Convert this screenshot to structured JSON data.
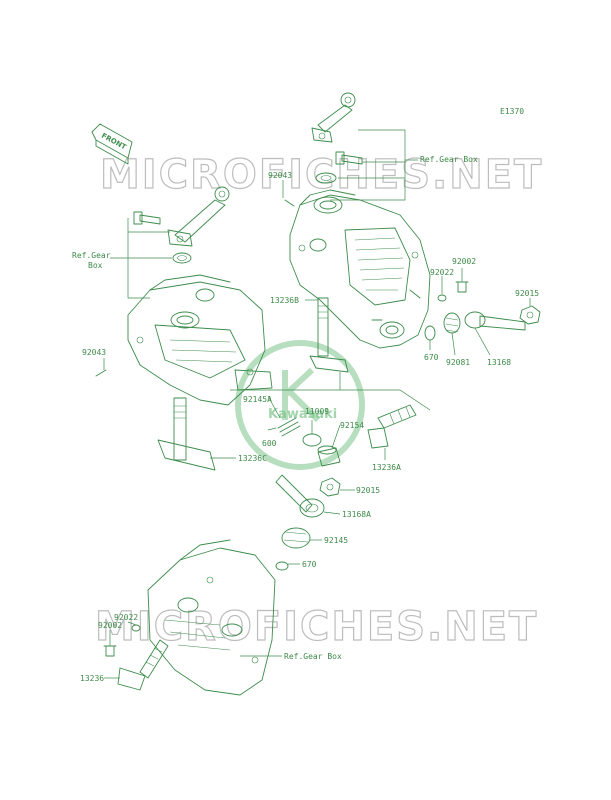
{
  "diagram_id": "E1370",
  "front_label": "FRONT",
  "watermark_text": "MICROFICHES.NET",
  "brand_logo_text": "Kawasaki",
  "colors": {
    "line": "#3d8c4c",
    "label": "#3f8a4a",
    "watermark": "#bdbdbd",
    "logo": "#7cc48a"
  },
  "labels": {
    "ref_gear_box_top": "Ref.Gear Box",
    "ref_gear_box_left_1": "Ref.Gear",
    "ref_gear_box_left_2": "Box",
    "ref_gear_box_bottom": "Ref.Gear Box",
    "p92043_top": "92043",
    "p92043_left": "92043",
    "p13236B": "13236B",
    "p92022_top": "92022",
    "p92002_top": "92002",
    "p92015_top": "92015",
    "p670_top": "670",
    "p92081": "92081",
    "p13168": "13168",
    "p92145A": "92145A",
    "p11009": "11009",
    "p600": "600",
    "p92154": "92154",
    "p13236A": "13236A",
    "p13236C": "13236C",
    "p92015_mid": "92015",
    "p13168A": "13168A",
    "p92145": "92145",
    "p670_mid": "670",
    "p92022_bottom": "92022",
    "p92002_bottom": "92002",
    "p13236": "13236"
  }
}
